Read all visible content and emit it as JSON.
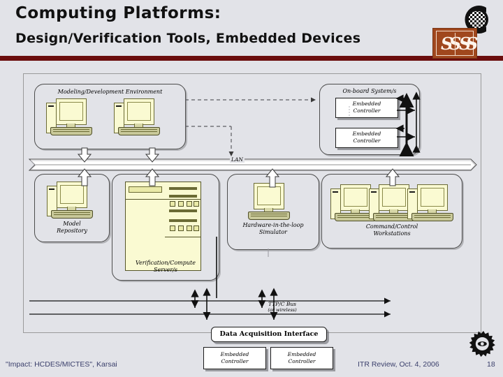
{
  "slide": {
    "title_line1": "Computing Platforms:",
    "title_line2": "Design/Verification Tools, Embedded Devices",
    "rule_color": "#6b0d0d",
    "background_color": "#e2e3e8"
  },
  "logos": {
    "isis_logo": "isis-logo",
    "c_logo": "c-checkerboard-logo",
    "gear_logo": "gear-icon",
    "isis_letters": [
      "S",
      "S"
    ]
  },
  "diagram": {
    "groups": [
      {
        "id": "modeling",
        "label_line1": "Modeling/Development Environment",
        "label_line2": ""
      },
      {
        "id": "onboard",
        "label_line1": "On-board System/s",
        "label_line2": ""
      },
      {
        "id": "repository",
        "label_line1": "Model",
        "label_line2": "Repository"
      },
      {
        "id": "verification",
        "label_line1": "Verification/Compute",
        "label_line2": "Server/s"
      },
      {
        "id": "hil",
        "label_line1": "Hardware-in-the-loop",
        "label_line2": "Simulator"
      },
      {
        "id": "workstations",
        "label_line1": "Command/Control",
        "label_line2": "Workstations"
      }
    ],
    "boxes": [
      {
        "id": "onboard-ec-1",
        "line1": "Embedded",
        "line2": "Controller"
      },
      {
        "id": "onboard-ec-2",
        "line1": "Embedded",
        "line2": "Controller"
      },
      {
        "id": "bottom-ec-1",
        "line1": "Embedded",
        "line2": "Controller"
      },
      {
        "id": "bottom-ec-2",
        "line1": "Embedded",
        "line2": "Controller"
      }
    ],
    "daq_label": "Data Acquisition Interface",
    "lan_label": "LAN",
    "ttp_label_line1": "TTP/C Bus",
    "ttp_label_line2": "(or wireless)",
    "colors": {
      "device_fill": "#fafad2",
      "device_stroke": "#6b6b35",
      "group_stroke": "#4c4c4c",
      "arrow_fill": "#ffffff",
      "arrow_stroke": "#333333"
    }
  },
  "footer": {
    "left": "\"Impact: HCDES/MICTES\", Karsai",
    "center": "ITR Review, Oct. 4, 2006",
    "page": "18"
  }
}
